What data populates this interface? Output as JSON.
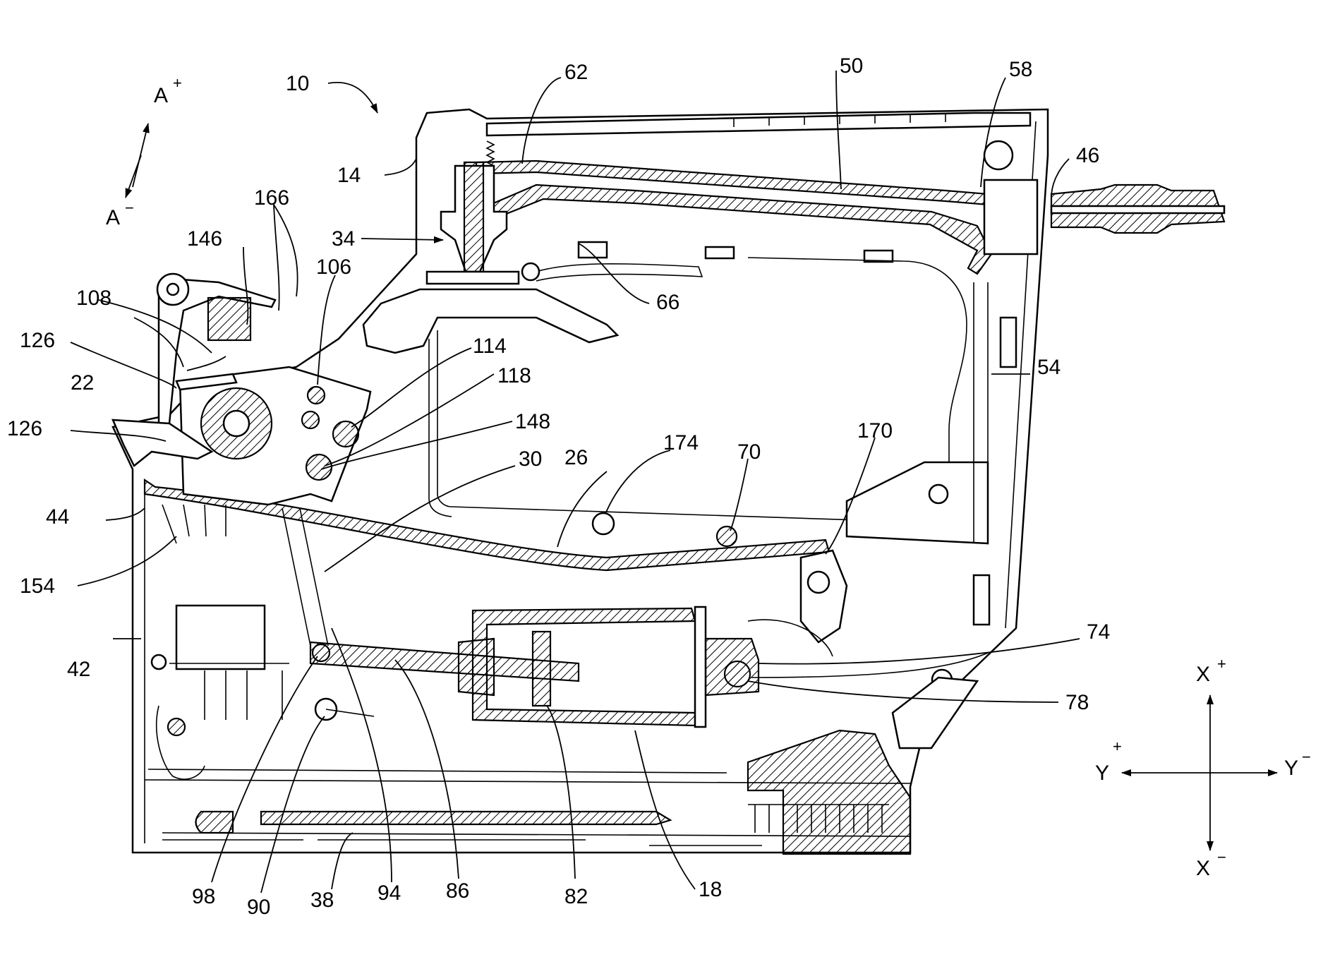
{
  "figure": {
    "ref_labels": {
      "l10": "10",
      "l14": "14",
      "l18": "18",
      "l22": "22",
      "l26": "26",
      "l30": "30",
      "l34": "34",
      "l38": "38",
      "l42": "42",
      "l44": "44",
      "l46": "46",
      "l50": "50",
      "l54": "54",
      "l58": "58",
      "l62": "62",
      "l66": "66",
      "l70": "70",
      "l74": "74",
      "l78": "78",
      "l82": "82",
      "l86": "86",
      "l90": "90",
      "l94": "94",
      "l98": "98",
      "l106": "106",
      "l108": "108",
      "l114": "114",
      "l118": "118",
      "l126a": "126",
      "l126b": "126",
      "l146": "146",
      "l148": "148",
      "l154": "154",
      "l166": "166",
      "l170": "170",
      "l174": "174"
    },
    "axis_a": {
      "label": "A",
      "plus": "+",
      "minus": "−"
    },
    "axis_x": {
      "label": "X",
      "plus": "+",
      "minus": "−"
    },
    "axis_y": {
      "label": "Y",
      "plus": "+",
      "minus": "−"
    }
  }
}
